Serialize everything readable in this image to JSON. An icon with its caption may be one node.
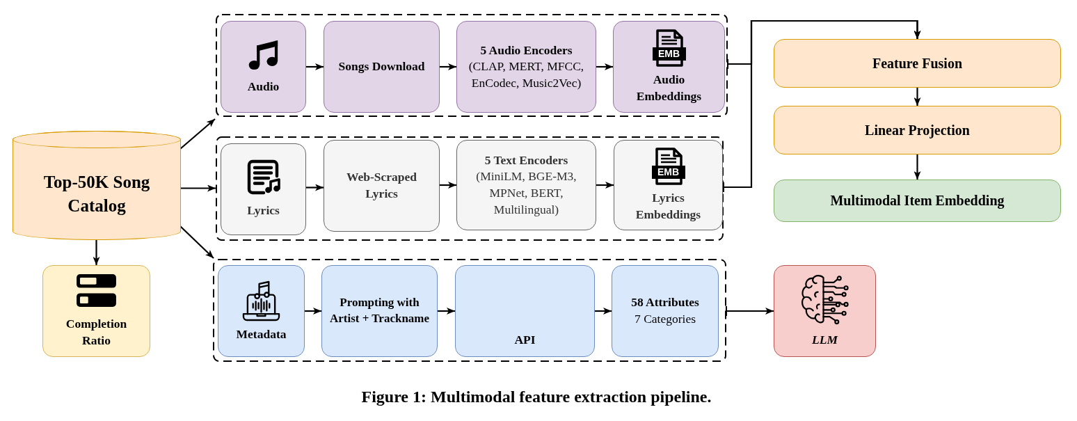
{
  "diagram": {
    "caption": "Figure 1: Multimodal feature extraction pipeline.",
    "nodes": [
      {
        "text": [
          "Top-50K Song Catalog"
        ]
      },
      {
        "text": [],
        "shape": "box"
      },
      {
        "text": [
          "Audio"
        ],
        "in": 1
      },
      {
        "text": [
          "Songs Download"
        ],
        "in": 1
      },
      {
        "text": [
          "5 Audio Encoders",
          "(CLAP, MERT, MFCC, EnCodec, Music2Vec)"
        ],
        "in": 1
      },
      {
        "text": [
          "EMB",
          "Audio Embeddings"
        ],
        "in": 1
      },
      {
        "text": [],
        "shape": "box"
      },
      {
        "text": [
          "Lyrics"
        ],
        "in": 6
      },
      {
        "text": [
          "Web-Scraped Lyrics"
        ],
        "in": 6
      },
      {
        "text": [
          "5 Text Encoders",
          "(MiniLM, BGE-M3, MPNet, BERT, Multilingual)"
        ],
        "in": 6
      },
      {
        "text": [
          "EMB",
          "Lyrics Embeddings"
        ],
        "in": 6
      },
      {
        "text": [
          "Completion Ratio"
        ]
      },
      {
        "text": [],
        "shape": "box"
      },
      {
        "text": [
          "Metadata"
        ],
        "in": 12
      },
      {
        "text": [
          "Prompting with Artist + Trackname"
        ],
        "in": 12
      },
      {
        "text": [
          "API"
        ],
        "in": 12
      },
      {
        "text": [
          "58 Attributes",
          "7 Categories"
        ],
        "in": 12
      },
      {
        "text": [
          "Feature Fusion"
        ]
      },
      {
        "text": [
          "Linear Projection"
        ]
      },
      {
        "text": [
          "Multimodal Item Embedding"
        ]
      },
      {
        "text": [
          "LLM"
        ]
      }
    ],
    "edges": [
      {
        "from": 0,
        "to": 1,
        "arrow": "to"
      },
      {
        "from": 0,
        "to": 6,
        "arrow": "to"
      },
      {
        "from": 0,
        "to": 12,
        "arrow": "to"
      },
      {
        "from": 0,
        "to": 11,
        "arrow": "to"
      },
      {
        "from": 2,
        "to": 3,
        "arrow": "to"
      },
      {
        "from": 3,
        "to": 4,
        "arrow": "to"
      },
      {
        "from": 4,
        "to": 5,
        "arrow": "to"
      },
      {
        "from": 7,
        "to": 8,
        "arrow": "to"
      },
      {
        "from": 8,
        "to": 9,
        "arrow": "to"
      },
      {
        "from": 9,
        "to": 10,
        "arrow": "to"
      },
      {
        "from": 13,
        "to": 14,
        "arrow": "to"
      },
      {
        "from": 14,
        "to": 15,
        "arrow": "to"
      },
      {
        "from": 15,
        "to": 16,
        "arrow": "to"
      },
      {
        "from": 1,
        "to": 17,
        "arrow": "to"
      },
      {
        "from": 6,
        "to": 17,
        "arrow": "to"
      },
      {
        "from": 17,
        "to": 18,
        "arrow": "to"
      },
      {
        "from": 18,
        "to": 19,
        "arrow": "to"
      },
      {
        "from": 12,
        "to": 20,
        "arrow": "to"
      }
    ]
  }
}
